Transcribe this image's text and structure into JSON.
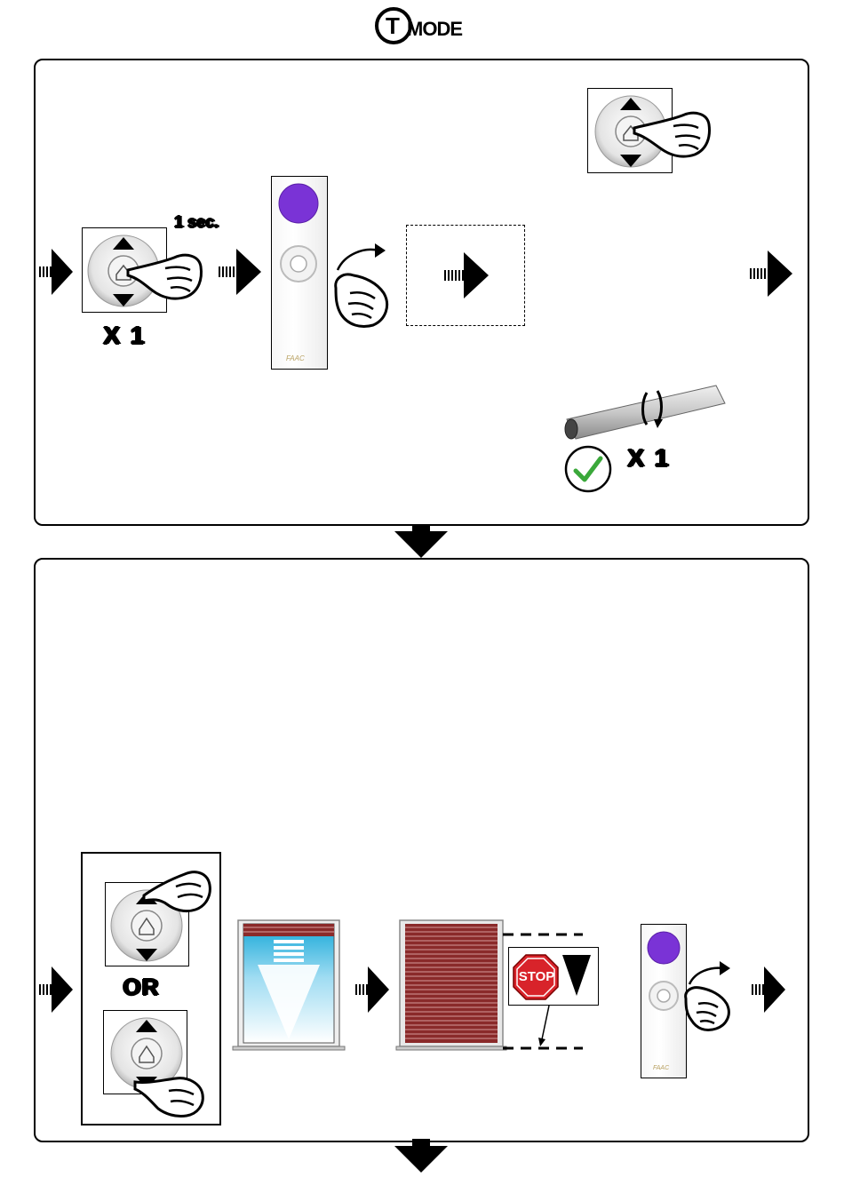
{
  "logo": {
    "letter": "T",
    "word": "MODE"
  },
  "step1": {
    "press_duration": "1 sec.",
    "repeat_count_left": "X 1",
    "repeat_count_motor": "X 1"
  },
  "step2": {
    "or_label": "OR",
    "stop_label": "STOP"
  },
  "remote": {
    "brand": "FAAC"
  },
  "colors": {
    "led_purple": "#7a33d6",
    "shutter_red": "#8a2a2a",
    "window_blue": "#17a8d8",
    "check_green": "#3aa83a",
    "stop_red": "#d8232a"
  }
}
